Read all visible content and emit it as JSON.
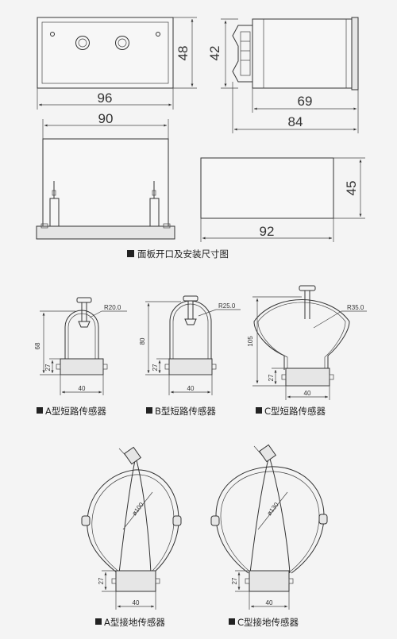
{
  "panel": {
    "width": "96",
    "height": "48",
    "side_height": "42",
    "side_depth": "69",
    "total_depth": "84",
    "cutout_width": "90",
    "cutout2_width": "92",
    "cutout2_height": "45",
    "caption": "面板开口及安装尺寸图"
  },
  "short_sensors": [
    {
      "caption": "A型短路传感器",
      "radius": "R20.0",
      "height": "68",
      "base_h": "27",
      "width": "40"
    },
    {
      "caption": "B型短路传感器",
      "radius": "R25.0",
      "height": "80",
      "base_h": "27",
      "width": "40"
    },
    {
      "caption": "C型短路传感器",
      "radius": "R35.0",
      "height": "105",
      "base_h": "27",
      "width": "40"
    }
  ],
  "ground_sensors": [
    {
      "caption": "A型接地传感器",
      "diameter": "ø100",
      "base_h": "27",
      "width": "40"
    },
    {
      "caption": "C型接地传感器",
      "diameter": "ø130",
      "base_h": "27",
      "width": "40"
    }
  ]
}
